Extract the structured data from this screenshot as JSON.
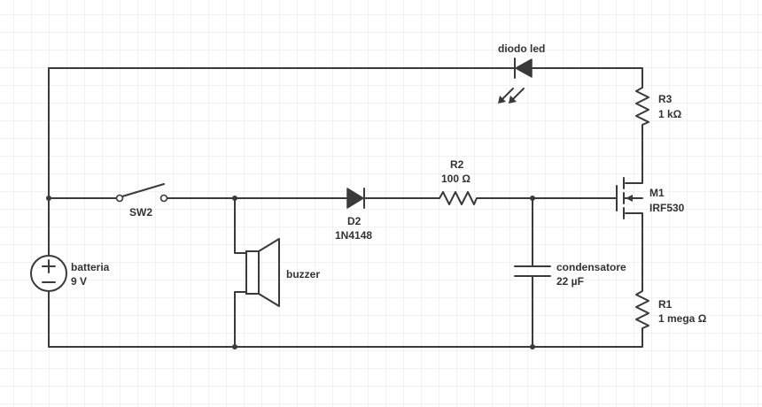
{
  "colors": {
    "wire": "#3a3a3a",
    "grid": "#e4e4e4",
    "text": "#333333",
    "background": "#ffffff"
  },
  "components": {
    "battery": {
      "name": "batteria",
      "value": "9 V"
    },
    "switch": {
      "name": "SW2"
    },
    "buzzer": {
      "name": "buzzer"
    },
    "diode": {
      "name": "D2",
      "value": "1N4148"
    },
    "r2": {
      "name": "R2",
      "value": "100 Ω"
    },
    "capacitor": {
      "name": "condensatore",
      "value": "22 µF"
    },
    "led": {
      "name": "diodo led"
    },
    "r3": {
      "name": "R3",
      "value": "1 kΩ"
    },
    "mosfet": {
      "name": "M1",
      "value": "IRF530"
    },
    "r1": {
      "name": "R1",
      "value": "1 mega Ω"
    }
  }
}
